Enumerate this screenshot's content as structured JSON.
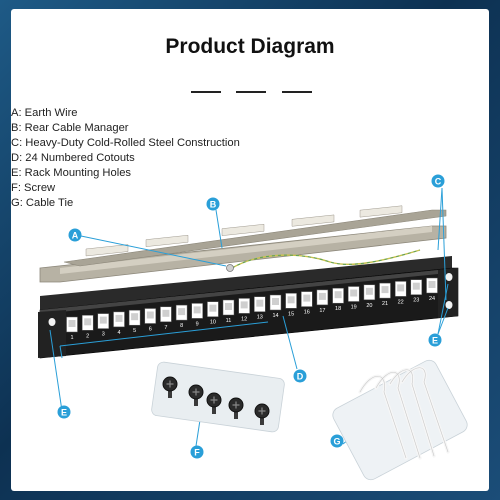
{
  "title": "Product Diagram",
  "legend": [
    "A:  Earth Wire",
    "B:  Rear Cable Manager",
    "C:  Heavy-Duty Cold-Rolled Steel Construction",
    "D:  24 Numbered Cotouts",
    "E:  Rack Mounting Holes",
    "F:  Screw",
    "G: Cable Tie"
  ],
  "callouts": [
    "A",
    "B",
    "C",
    "D",
    "E",
    "F",
    "G"
  ],
  "port_numbers": [
    "1",
    "2",
    "3",
    "4",
    "5",
    "6",
    "7",
    "8",
    "9",
    "10",
    "11",
    "12",
    "13",
    "14",
    "15",
    "16",
    "17",
    "18",
    "19",
    "20",
    "21",
    "22",
    "23",
    "24"
  ],
  "colors": {
    "background": "#0d3152",
    "card": "#ffffff",
    "callout": "#2a9fd8",
    "leader": "#2a9fd8",
    "panel": "#1a1a1a",
    "keystone": "#ffffff",
    "steel": "#b7b2a4"
  },
  "icons": [
    "screw-icon",
    "cable-tie-icon",
    "earth-wire-icon"
  ]
}
